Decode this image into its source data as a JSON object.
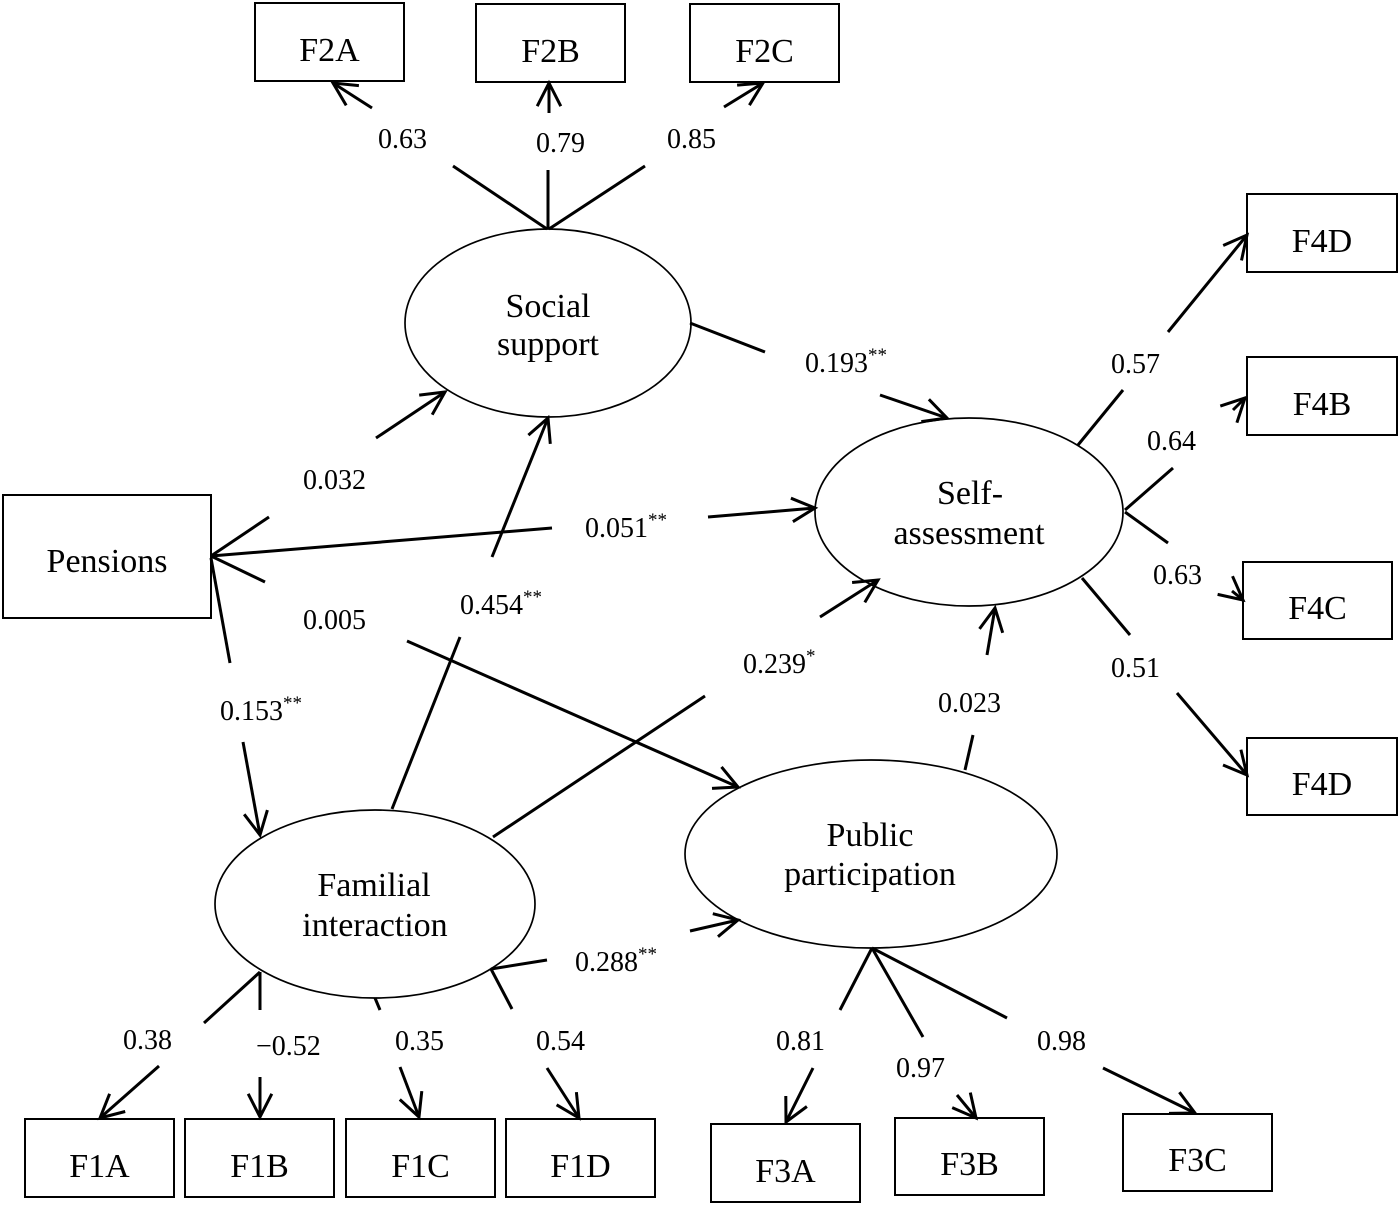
{
  "colors": {
    "ink": "#000000",
    "paper": "#ffffff"
  },
  "diagram": {
    "type": "structural-equation-path-diagram",
    "nodes": {
      "f2a": {
        "label": "F2A",
        "kind": "observed"
      },
      "f2b": {
        "label": "F2B",
        "kind": "observed"
      },
      "f2c": {
        "label": "F2C",
        "kind": "observed"
      },
      "social_support": {
        "label_lines": [
          "Social",
          "support"
        ],
        "kind": "latent"
      },
      "pensions": {
        "label": "Pensions",
        "kind": "observed"
      },
      "self_assessment": {
        "label_lines": [
          "Self-",
          "assessment"
        ],
        "kind": "latent"
      },
      "f4d_top": {
        "label": "F4D",
        "kind": "observed"
      },
      "f4b": {
        "label": "F4B",
        "kind": "observed"
      },
      "f4c": {
        "label": "F4C",
        "kind": "observed"
      },
      "f4d_bottom": {
        "label": "F4D",
        "kind": "observed"
      },
      "familial_interaction": {
        "label_lines": [
          "Familial",
          "interaction"
        ],
        "kind": "latent"
      },
      "public_participation": {
        "label_lines": [
          "Public",
          "participation"
        ],
        "kind": "latent"
      },
      "f1a": {
        "label": "F1A",
        "kind": "observed"
      },
      "f1b": {
        "label": "F1B",
        "kind": "observed"
      },
      "f1c": {
        "label": "F1C",
        "kind": "observed"
      },
      "f1d": {
        "label": "F1D",
        "kind": "observed"
      },
      "f3a": {
        "label": "F3A",
        "kind": "observed"
      },
      "f3b": {
        "label": "F3B",
        "kind": "observed"
      },
      "f3c": {
        "label": "F3C",
        "kind": "observed"
      }
    },
    "edges": [
      {
        "from": "social_support",
        "to": "f2a",
        "coefficient": "0.63",
        "significance": ""
      },
      {
        "from": "social_support",
        "to": "f2b",
        "coefficient": "0.79",
        "significance": ""
      },
      {
        "from": "social_support",
        "to": "f2c",
        "coefficient": "0.85",
        "significance": ""
      },
      {
        "from": "social_support",
        "to": "self_assessment",
        "coefficient": "0.193",
        "significance": "**"
      },
      {
        "from": "pensions",
        "to": "social_support",
        "coefficient": "0.032",
        "significance": ""
      },
      {
        "from": "pensions",
        "to": "self_assessment",
        "coefficient": "0.051",
        "significance": "**"
      },
      {
        "from": "pensions",
        "to": "public_participation",
        "coefficient": "0.005",
        "significance": ""
      },
      {
        "from": "pensions",
        "to": "familial_interaction",
        "coefficient": "0.153",
        "significance": "**"
      },
      {
        "from": "familial_interaction",
        "to": "social_support",
        "coefficient": "0.454",
        "significance": "**"
      },
      {
        "from": "familial_interaction",
        "to": "self_assessment",
        "coefficient": "0.239",
        "significance": "*"
      },
      {
        "from": "public_participation",
        "to": "self_assessment",
        "coefficient": "0.023",
        "significance": ""
      },
      {
        "from": "familial_interaction",
        "to": "public_participation",
        "coefficient": "0.288",
        "significance": "**"
      },
      {
        "from": "self_assessment",
        "to": "f4d_top",
        "coefficient": "0.57",
        "significance": ""
      },
      {
        "from": "self_assessment",
        "to": "f4b",
        "coefficient": "0.64",
        "significance": ""
      },
      {
        "from": "self_assessment",
        "to": "f4c",
        "coefficient": "0.63",
        "significance": ""
      },
      {
        "from": "self_assessment",
        "to": "f4d_bottom",
        "coefficient": "0.51",
        "significance": ""
      },
      {
        "from": "familial_interaction",
        "to": "f1a",
        "coefficient": "0.38",
        "significance": ""
      },
      {
        "from": "familial_interaction",
        "to": "f1b",
        "coefficient": "−0.52",
        "significance": ""
      },
      {
        "from": "familial_interaction",
        "to": "f1c",
        "coefficient": "0.35",
        "significance": ""
      },
      {
        "from": "familial_interaction",
        "to": "f1d",
        "coefficient": "0.54",
        "significance": ""
      },
      {
        "from": "public_participation",
        "to": "f3a",
        "coefficient": "0.81",
        "significance": ""
      },
      {
        "from": "public_participation",
        "to": "f3b",
        "coefficient": "0.97",
        "significance": ""
      },
      {
        "from": "public_participation",
        "to": "f3c",
        "coefficient": "0.98",
        "significance": ""
      }
    ]
  }
}
